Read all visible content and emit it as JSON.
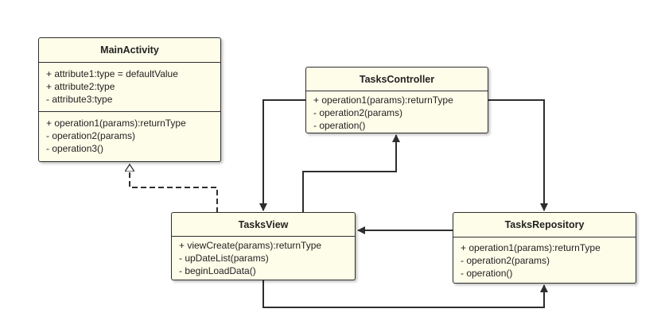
{
  "classes": {
    "main_activity": {
      "name": "MainActivity",
      "attributes": [
        "+ attribute1:type = defaultValue",
        "+ attribute2:type",
        "- attribute3:type"
      ],
      "operations": [
        "+ operation1(params):returnType",
        "- operation2(params)",
        "- operation3()"
      ]
    },
    "tasks_controller": {
      "name": "TasksController",
      "operations": [
        "+ operation1(params):returnType",
        "- operation2(params)",
        "- operation()"
      ]
    },
    "tasks_view": {
      "name": "TasksView",
      "operations": [
        "+ viewCreate(params):returnType",
        "- upDateList(params)",
        "- beginLoadData()"
      ]
    },
    "tasks_repository": {
      "name": "TasksRepository",
      "operations": [
        "+ operation1(params):returnType",
        "- operation2(params)",
        "- operation()"
      ]
    }
  },
  "colors": {
    "box_fill": "#fefde9",
    "line": "#2e2e2e"
  }
}
